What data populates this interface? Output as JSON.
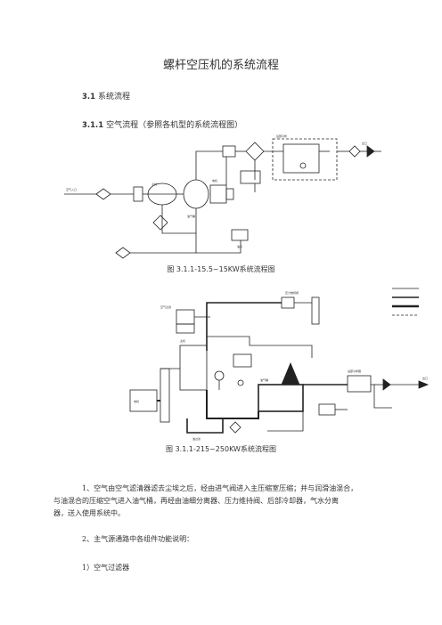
{
  "doc": {
    "title": "螺杆空压机的系统流程",
    "section": {
      "num": "3.1",
      "label": "系统流程"
    },
    "subsection": {
      "num": "3.1.1",
      "label": "空气流程（参照各机型的系统流程图）"
    },
    "fig1_caption": {
      "prefix": "图",
      "code": "3.1.1-15.5~15KW",
      "suffix": "系统流程图"
    },
    "fig2_caption": {
      "prefix": "图",
      "code": "3.1.1-215~250KW",
      "suffix": "系统流程图"
    },
    "para1_line1": "1、空气由空气滤清器滤去尘埃之后，经由进气阀进入主压缩室压缩；并与润滑油混合，",
    "para1_line2": "与油混合的压缩空气进入油气桶，再经由油细分离器、压力维持阀、后部冷却器，气水分离",
    "para1_line3": "器，送入使用系统中。",
    "para2": "2、主气源通路中各组件功能说明：",
    "item1": "1）空气过滤器"
  }
}
